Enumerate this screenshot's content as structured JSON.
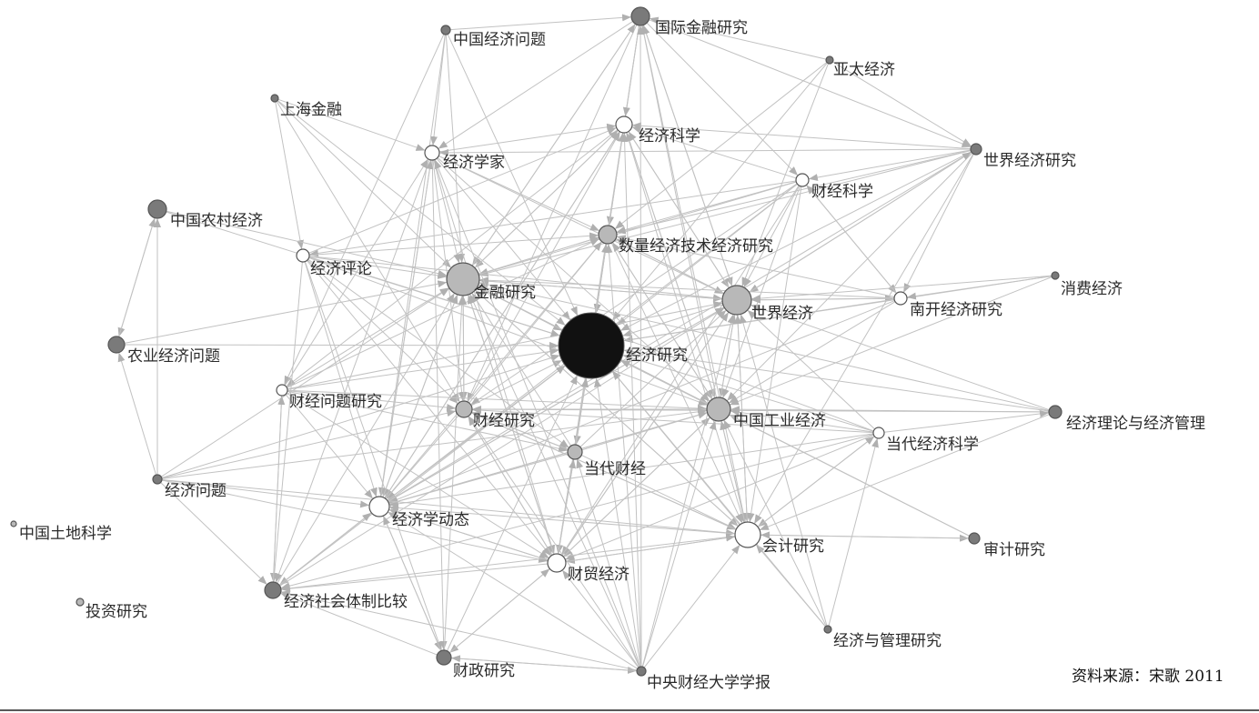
{
  "colors": {
    "edge": "#c4c4c4",
    "arrow": "#b0b0b0",
    "label": "#2a2a2a",
    "node_stroke": "#555555",
    "fill_center": "#111111",
    "fill_dark": "#7a7a7a",
    "fill_mid": "#b8b8b8",
    "fill_white": "#ffffff"
  },
  "source_note": "资料来源：宋歌 2011",
  "nodes": [
    {
      "id": "jjyj",
      "label": "经济研究"
    },
    {
      "id": "gjjr",
      "label": "国际金融研究"
    },
    {
      "id": "zgjjwt",
      "label": "中国经济问题"
    },
    {
      "id": "ytjj",
      "label": "亚太经济"
    },
    {
      "id": "shjr",
      "label": "上海金融"
    },
    {
      "id": "jjkx",
      "label": "经济科学"
    },
    {
      "id": "jjxj",
      "label": "经济学家"
    },
    {
      "id": "sjjjyj",
      "label": "世界经济研究"
    },
    {
      "id": "cjkx",
      "label": "财经科学"
    },
    {
      "id": "zgncjj",
      "label": "中国农村经济"
    },
    {
      "id": "slji",
      "label": "数量经济技术经济研究"
    },
    {
      "id": "jjpl",
      "label": "经济评论"
    },
    {
      "id": "jryj",
      "label": "金融研究"
    },
    {
      "id": "sjjj",
      "label": "世界经济"
    },
    {
      "id": "nkjj",
      "label": "南开经济研究"
    },
    {
      "id": "xfjj",
      "label": "消费经济"
    },
    {
      "id": "nyjjwt",
      "label": "农业经济问题"
    },
    {
      "id": "cjwtyj",
      "label": "财经问题研究"
    },
    {
      "id": "cjyj",
      "label": "财经研究"
    },
    {
      "id": "zggyjj",
      "label": "中国工业经济"
    },
    {
      "id": "jjll",
      "label": "经济理论与经济管理"
    },
    {
      "id": "ddjjkx",
      "label": "当代经济科学"
    },
    {
      "id": "ddcj",
      "label": "当代财经"
    },
    {
      "id": "jjwt",
      "label": "经济问题"
    },
    {
      "id": "zgtd",
      "label": "中国土地科学"
    },
    {
      "id": "jjxdt",
      "label": "经济学动态"
    },
    {
      "id": "kjyj",
      "label": "会计研究"
    },
    {
      "id": "sjyj",
      "label": "审计研究"
    },
    {
      "id": "cmjj",
      "label": "财贸经济"
    },
    {
      "id": "tzyj",
      "label": "投资研究"
    },
    {
      "id": "jjsh",
      "label": "经济社会体制比较"
    },
    {
      "id": "jjgl",
      "label": "经济与管理研究"
    },
    {
      "id": "czyj",
      "label": "财政研究"
    },
    {
      "id": "zycj",
      "label": "中央财经大学学报"
    }
  ]
}
